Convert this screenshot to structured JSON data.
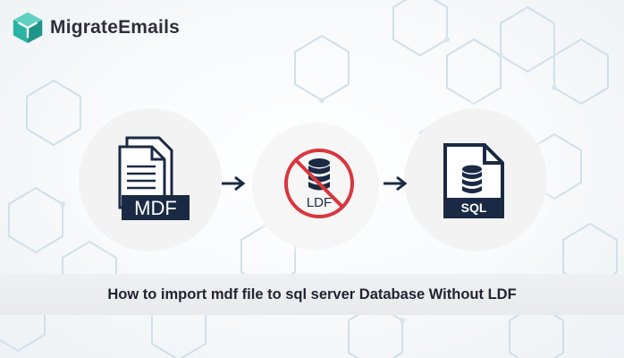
{
  "brand": {
    "name": "MigrateEmails"
  },
  "diagram": {
    "source_label": "MDF",
    "blocked_label": "LDF",
    "target_label": "SQL"
  },
  "caption": "How to import mdf file to sql server Database Without LDF",
  "colors": {
    "accent": "#2bb3a6",
    "navy": "#1b2a44",
    "prohibit_red": "#d9363e",
    "hex_lines": "#cfe0ea"
  },
  "icons": [
    "logo-cube-icon",
    "mdf-file-icon",
    "ldf-database-blocked-icon",
    "sql-file-icon",
    "arrow-right-icon"
  ]
}
